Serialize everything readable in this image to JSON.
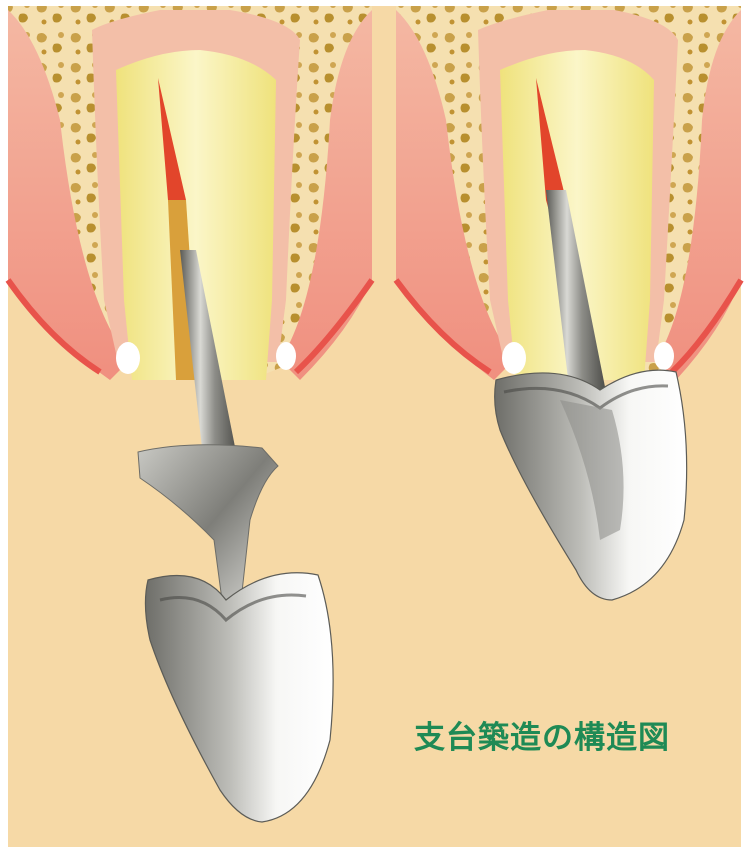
{
  "caption": "支台築造の構造図",
  "colors": {
    "background": "#f6d9a6",
    "gum": "#f1a99a",
    "gum_edge": "#e8534b",
    "bone": "#f5e0b0",
    "bone_speck": "#c9a14a",
    "root": "#f3ea9a",
    "pulp_tip": "#e2452b",
    "metal": "#9c9c96",
    "crown_white": "#f4f4f2",
    "caption": "#1f8a55"
  },
  "panels": [
    {
      "name": "exploded-view"
    },
    {
      "name": "assembled-view"
    }
  ]
}
